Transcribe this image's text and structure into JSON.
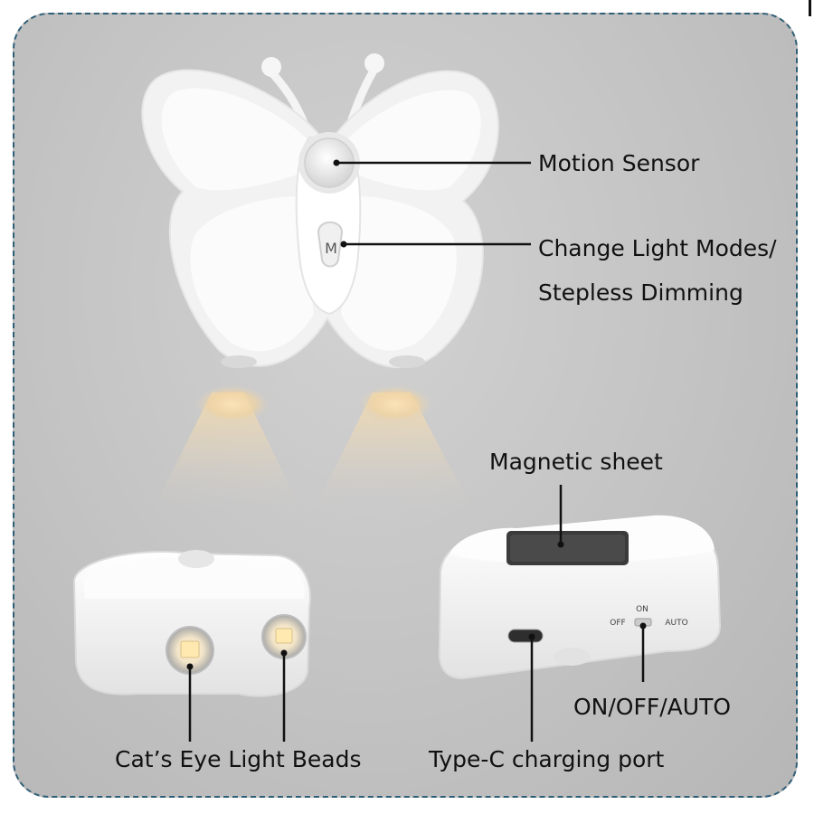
{
  "labels": {
    "motion_sensor": "Motion Sensor",
    "change_light_modes": "Change Light Modes/",
    "stepless_dimming": "Stepless Dimming",
    "magnetic_sheet": "Magnetic sheet",
    "on_off_auto": "ON/OFF/AUTO",
    "cats_eye_light_beads": "Cat’s Eye Light Beads",
    "type_c_charging_port": "Type-C charging port"
  },
  "device_marks": {
    "mode_button": "M",
    "switch_on": "ON",
    "switch_off": "OFF",
    "switch_auto": "AUTO"
  },
  "colors": {
    "frame_border": "#2f5f78",
    "background": "#c8c8c8",
    "device_white": "#f7f7f7",
    "warm_light": "#f3d6a2",
    "magnet": "#3b3b3b"
  }
}
